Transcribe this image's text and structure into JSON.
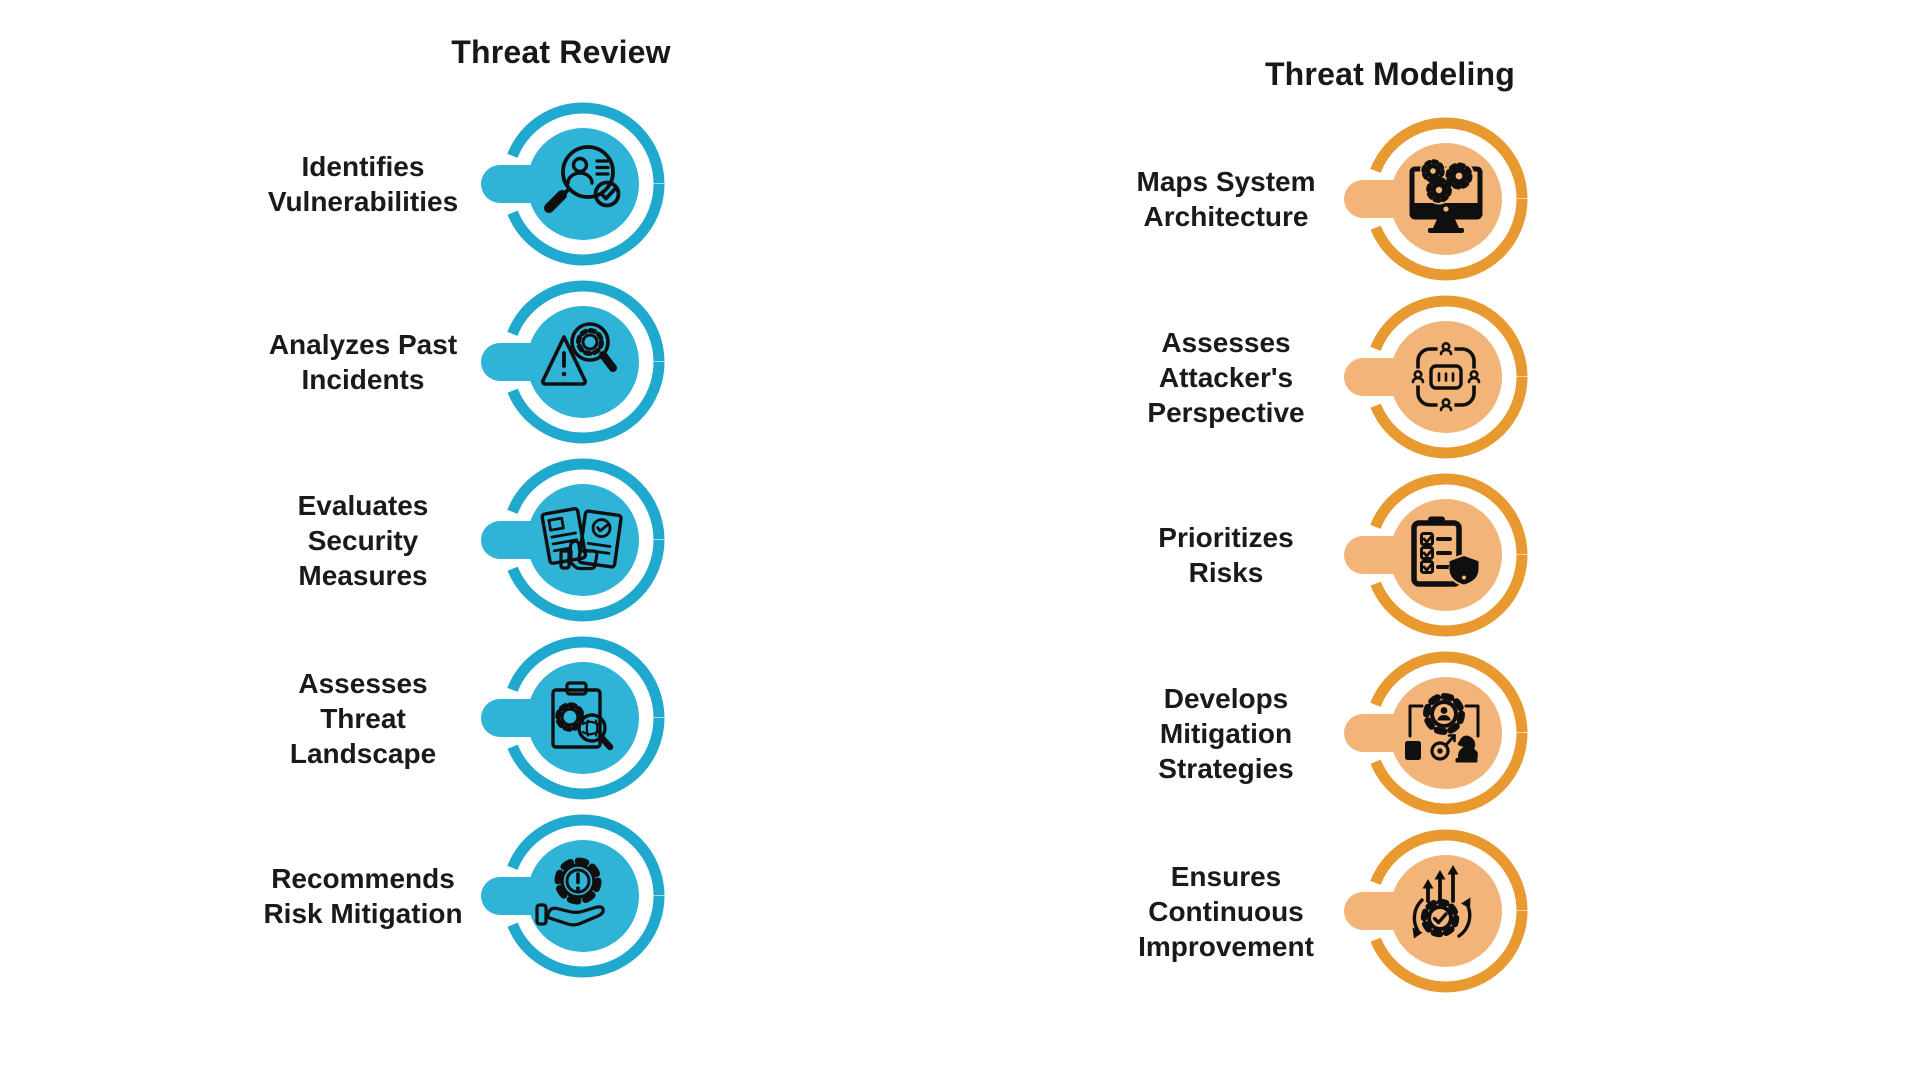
{
  "page": {
    "background": "#ffffff"
  },
  "colors": {
    "cyan_ring": "#20a9ce",
    "cyan_fill": "#2fb3d6",
    "orange_ring": "#e8992f",
    "orange_fill": "#f2b478",
    "icon": "#0f0f0f",
    "text": "#1a1a1a"
  },
  "columns": [
    {
      "id": "threat-review",
      "title": "Threat Review",
      "accent": "cyan",
      "items": [
        {
          "label": "Identifies\nVulnerabilities",
          "icon": "magnifier-user-check-icon"
        },
        {
          "label": "Analyzes Past\nIncidents",
          "icon": "warning-triangle-magnifier-icon"
        },
        {
          "label": "Evaluates\nSecurity\nMeasures",
          "icon": "documents-approval-icon"
        },
        {
          "label": "Assesses\nThreat\nLandscape",
          "icon": "clipboard-gear-magnifier-icon"
        },
        {
          "label": "Recommends\nRisk Mitigation",
          "icon": "hand-gear-alert-icon"
        }
      ]
    },
    {
      "id": "threat-modeling",
      "title": "Threat Modeling",
      "accent": "orange",
      "items": [
        {
          "label": "Maps System\nArchitecture",
          "icon": "monitor-gears-icon"
        },
        {
          "label": "Assesses\nAttacker's\nPerspective",
          "icon": "network-perspective-icon"
        },
        {
          "label": "Prioritizes\nRisks",
          "icon": "checklist-shield-alert-icon"
        },
        {
          "label": "Develops\nMitigation\nStrategies",
          "icon": "strategy-gear-person-icon"
        },
        {
          "label": "Ensures\nContinuous\nImprovement",
          "icon": "improvement-cycle-arrows-icon"
        }
      ]
    }
  ]
}
